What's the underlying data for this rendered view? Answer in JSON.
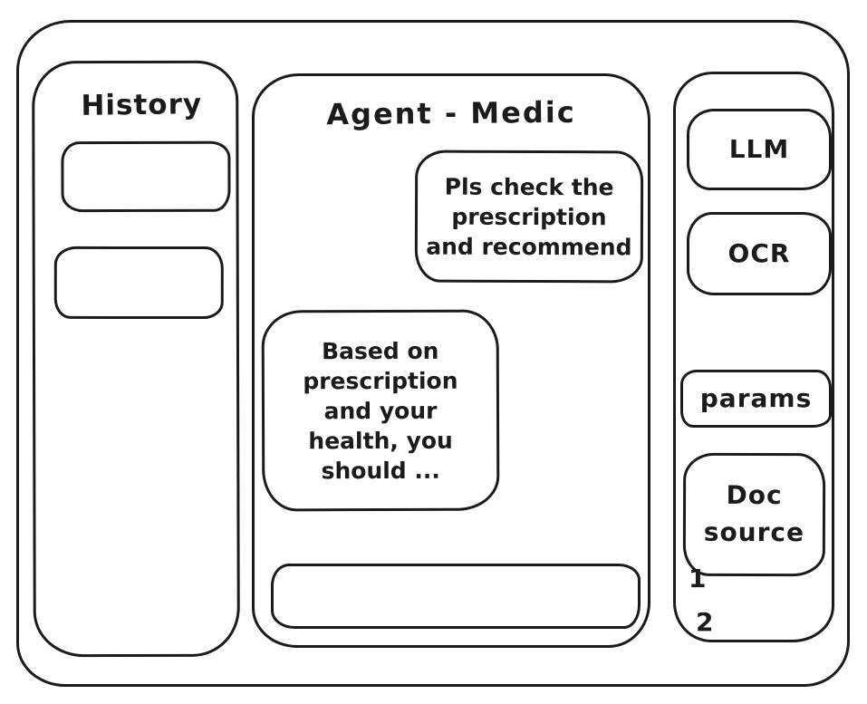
{
  "app": {
    "title": "Agent - Medic"
  },
  "history_panel": {
    "title": "History",
    "items": [
      {
        "label": ""
      },
      {
        "label": ""
      }
    ]
  },
  "chat": {
    "title": "Agent - Medic",
    "messages": [
      {
        "role": "user",
        "text": "Pls check the\nprescription\nand recommend"
      },
      {
        "role": "agent",
        "text": "Based on\nprescription\nand your\nhealth, you\nshould ..."
      }
    ],
    "input": {
      "value": "",
      "placeholder": ""
    }
  },
  "tools_panel": {
    "buttons": [
      {
        "id": "llm",
        "label": "LLM"
      },
      {
        "id": "ocr",
        "label": "OCR"
      },
      {
        "id": "params",
        "label": "params"
      },
      {
        "id": "doc_source",
        "label": "Doc\nsource"
      }
    ],
    "annotations": [
      {
        "label": "1"
      },
      {
        "label": "2"
      }
    ]
  },
  "colors": {
    "ink": "#1b1b1b",
    "background": "#ffffff"
  }
}
